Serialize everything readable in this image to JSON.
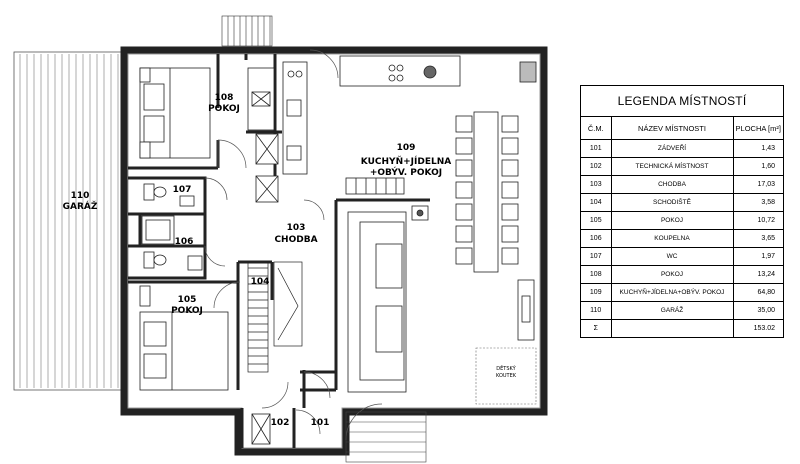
{
  "rooms": [
    {
      "number": "101",
      "name": "",
      "pos": "entry"
    },
    {
      "number": "102",
      "name": "",
      "pos": "tech"
    },
    {
      "number": "103",
      "name": "CHODBA",
      "pos": "hall"
    },
    {
      "number": "104",
      "name": "",
      "pos": "stairs"
    },
    {
      "number": "105",
      "name": "POKOJ",
      "pos": "bedroom-s"
    },
    {
      "number": "106",
      "name": "",
      "pos": "bath"
    },
    {
      "number": "107",
      "name": "",
      "pos": "wc"
    },
    {
      "number": "108",
      "name": "POKOJ",
      "pos": "bedroom-n"
    },
    {
      "number": "109",
      "name": "KUCHYŇ+JÍDELNA",
      "name2": "+OBÝV. POKOJ",
      "pos": "living"
    },
    {
      "number": "110",
      "name": "GARÁŽ",
      "pos": "garage"
    }
  ],
  "plan_notes": {
    "kids_corner_line1": "DĚTSKÝ",
    "kids_corner_line2": "KOUTEK"
  },
  "legend": {
    "title": "LEGENDA MÍSTNOSTÍ",
    "headers": {
      "num": "Č.M.",
      "name": "NÁZEV MÍSTNOSTI",
      "area": "PLOCHA [m²]"
    },
    "rows": [
      {
        "num": "101",
        "name": "ZÁDVEŘÍ",
        "area": "1,43"
      },
      {
        "num": "102",
        "name": "TECHNICKÁ MÍSTNOST",
        "area": "1,60"
      },
      {
        "num": "103",
        "name": "CHODBA",
        "area": "17,03"
      },
      {
        "num": "104",
        "name": "SCHODIŠTĚ",
        "area": "3,58"
      },
      {
        "num": "105",
        "name": "POKOJ",
        "area": "10,72"
      },
      {
        "num": "106",
        "name": "KOUPELNA",
        "area": "3,65"
      },
      {
        "num": "107",
        "name": "WC",
        "area": "1,97"
      },
      {
        "num": "108",
        "name": "POKOJ",
        "area": "13,24"
      },
      {
        "num": "109",
        "name": "KUCHYŇ+JÍDELNA+OBÝV. POKOJ",
        "area": "64,80"
      },
      {
        "num": "110",
        "name": "GARÁŽ",
        "area": "35,00"
      }
    ],
    "total": {
      "num": "Σ",
      "name": "",
      "area": "153.02"
    }
  }
}
